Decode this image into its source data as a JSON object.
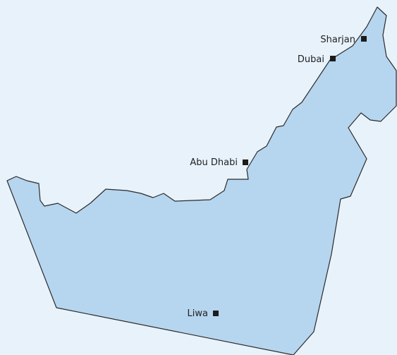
{
  "map": {
    "colors": {
      "background": "#e8f2fb",
      "land": "#b6d5ef",
      "border": "#2b2b2b",
      "marker": "#1c1c1c"
    },
    "cities": [
      {
        "id": "sharjah",
        "label": "Sharjan"
      },
      {
        "id": "dubai",
        "label": "Dubai"
      },
      {
        "id": "abu-dhabi",
        "label": "Abu Dhabi"
      },
      {
        "id": "liwa",
        "label": "Liwa"
      }
    ]
  }
}
